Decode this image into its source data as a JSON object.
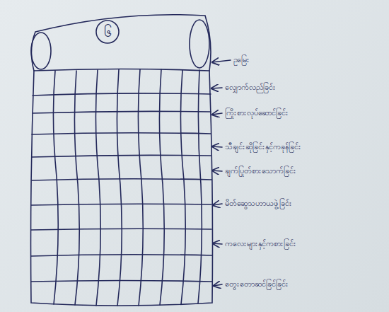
{
  "diagram": {
    "labels": [
      "၆",
      "ဥမြေး",
      "လျှောက်လည်ခြင်း",
      "ကြိုးစားလုပ်ဆောင်ခြင်း",
      "သီချင်းဆိုခြင်းနှင့်ကခုန်ခြင်း",
      "ချက်ပြုတ်စားသောက်ခြင်း",
      "မိတ်ဆွေသဟာယဖွဲ့ခြင်း",
      "ကလေးများနှင့်ကစားခြင်း",
      "တွေးတောဆင်ခြင်ခြင်း"
    ]
  }
}
